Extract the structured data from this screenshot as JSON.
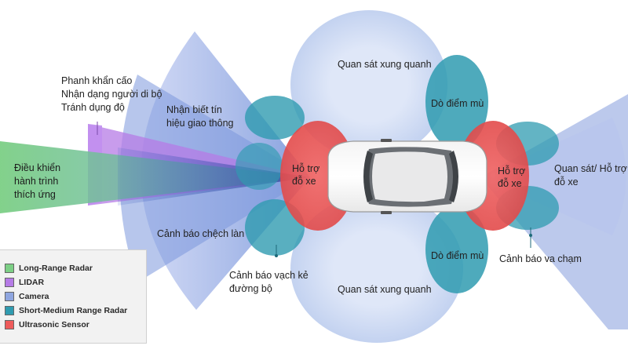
{
  "labels": {
    "acc": "Điều khiển\nhành trình\nthích ứng",
    "lidar": "Phanh khẩn cấo\nNhận dạng người di bộ\nTránh dụng độ",
    "traffic": "Nhận biết tín\nhiệu giao thông",
    "lane_departure": "Cảnh báo chệch làn",
    "lane_marking": "Cảnh báo vạch kẻ\nđường bộ",
    "parking_front": "Hỗ trợ\nđỗ xe",
    "parking_rear": "Hỗ trợ\nđỗ xe",
    "surround_top": "Quan sát xung quanh",
    "surround_bottom": "Quan sát xung quanh",
    "blind_top": "Dò điểm mù",
    "blind_bottom": "Dò điểm mù",
    "rear_view": "Quan sát/ Hỗ trợ\nđỗ xe",
    "collision": "Cảnh báo va chạm"
  },
  "legend": [
    {
      "label": "Long-Range Radar",
      "color": "#7ccf85"
    },
    {
      "label": "LIDAR",
      "color": "#b57be6"
    },
    {
      "label": "Camera",
      "color": "#8fa6e0"
    },
    {
      "label": "Short-Medium Range Radar",
      "color": "#2f9bb0"
    },
    {
      "label": "Ultrasonic Sensor",
      "color": "#ee5b5b"
    }
  ],
  "colors": {
    "long_range_radar": "#7ccf85",
    "lidar": "#b57be6",
    "camera": "#8fa6e0",
    "short_medium_radar": "#2f9bb0",
    "ultrasonic": "#ee5b5b"
  }
}
